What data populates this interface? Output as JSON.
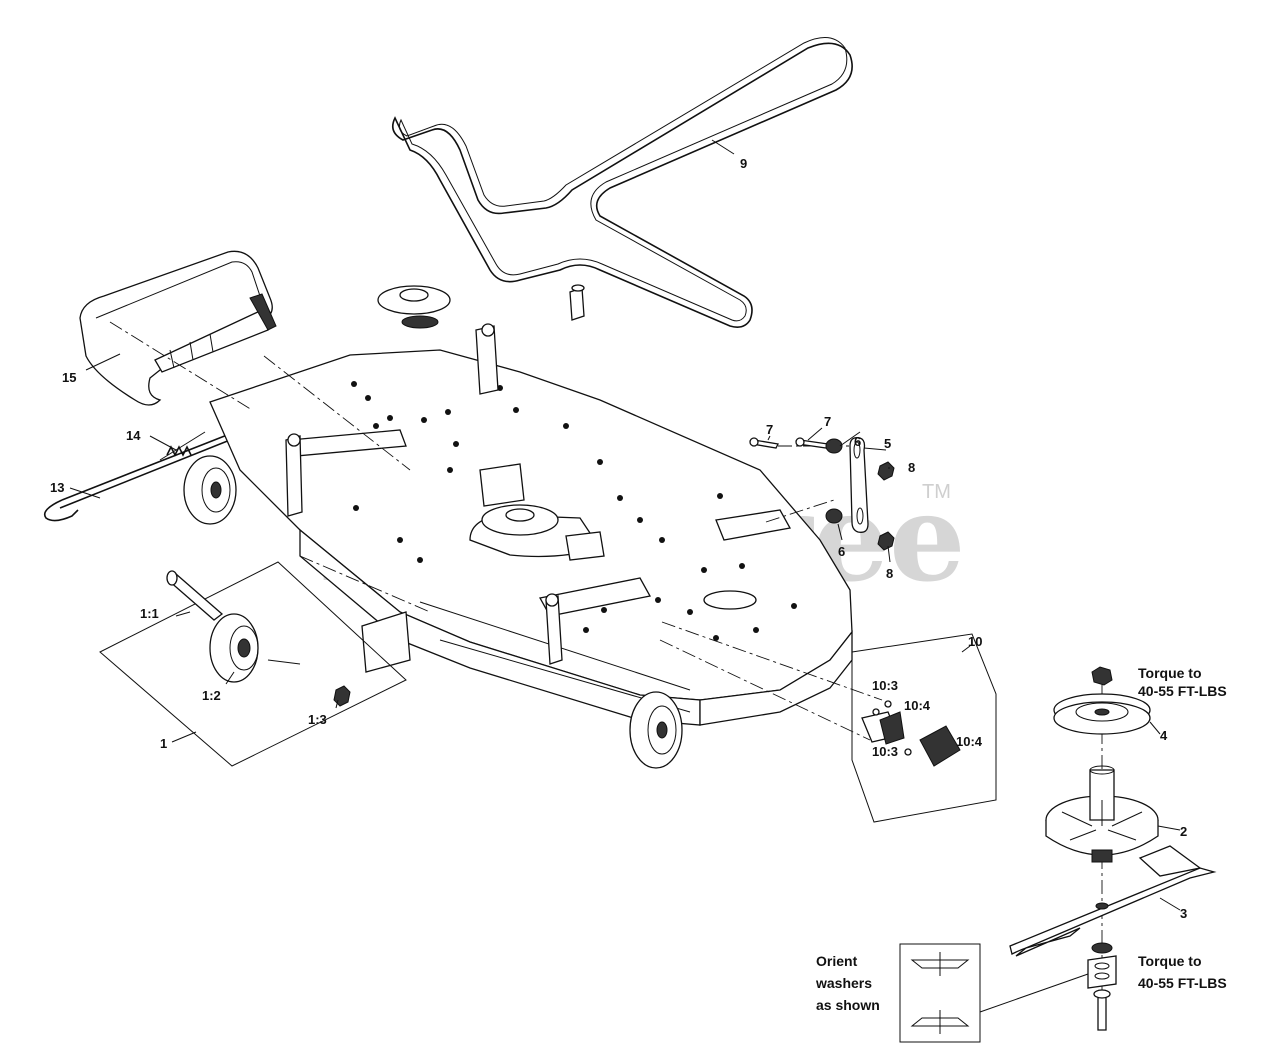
{
  "watermark": {
    "text": "PartsTree",
    "tm": "TM"
  },
  "callouts": {
    "c1": "1",
    "c1_1": "1:1",
    "c1_2": "1:2",
    "c1_3": "1:3",
    "c2": "2",
    "c3": "3",
    "c4": "4",
    "c5": "5",
    "c6a": "6",
    "c6b": "6",
    "c7a": "7",
    "c7b": "7",
    "c8a": "8",
    "c8b": "8",
    "c9": "9",
    "c10": "10",
    "c10_3a": "10:3",
    "c10_3b": "10:3",
    "c10_4a": "10:4",
    "c10_4b": "10:4",
    "c13": "13",
    "c14": "14",
    "c15": "15"
  },
  "notes": {
    "torque_top": [
      "Torque to",
      "40-55 FT-LBS"
    ],
    "torque_bottom": [
      "Torque to",
      "40-55 FT-LBS"
    ],
    "orient": [
      "Orient",
      "washers",
      "as shown"
    ]
  }
}
